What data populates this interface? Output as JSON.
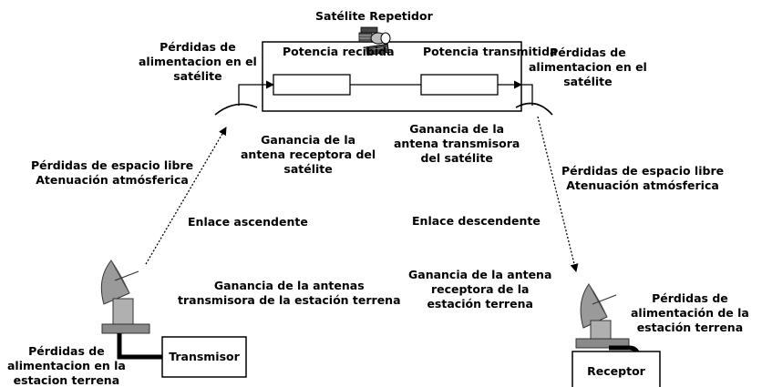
{
  "title": "Satélite Repetidor",
  "boxes": {
    "power_received": [
      "Potencia",
      "recibida"
    ],
    "power_transmitted": [
      "Potencia",
      "transmitida"
    ],
    "transmitter": "Transmisor",
    "receiver": "Receptor"
  },
  "labels": {
    "sat_feed_loss_left": [
      "Pérdidas de",
      "alimentacion en el",
      "satélite"
    ],
    "sat_feed_loss_right": [
      "Pérdidas de",
      "alimentacion en el",
      "satélite"
    ],
    "sat_rx_antenna_gain": [
      "Ganancia de la",
      "antena receptora del",
      "satélite"
    ],
    "sat_tx_antenna_gain": [
      "Ganancia de la",
      "antena transmisora",
      "del satélite"
    ],
    "free_space_left": [
      "Pérdidas de espacio libre",
      "Atenuación atmósferica"
    ],
    "free_space_right": [
      "Pérdidas de espacio libre",
      "Atenuación atmósferica"
    ],
    "uplink": "Enlace ascendente",
    "downlink": "Enlace descendente",
    "earth_tx_antenna_gain": [
      "Ganancia de la antenas",
      "transmisora de la estación terrena"
    ],
    "earth_rx_antenna_gain": [
      "Ganancia de la antena",
      "receptora de la",
      "estación terrena"
    ],
    "earth_feed_loss_left": [
      "Pérdidas de",
      "alimentacion en la",
      "estacion terrena"
    ],
    "earth_feed_loss_right": [
      "Pérdidas de",
      "alimentación de la",
      "estación terrena"
    ]
  },
  "icons": [
    "satellite-icon",
    "dish-antenna-icon"
  ],
  "colors": {
    "line": "#000000",
    "background": "#ffffff",
    "dish": "#9a9a9a"
  }
}
